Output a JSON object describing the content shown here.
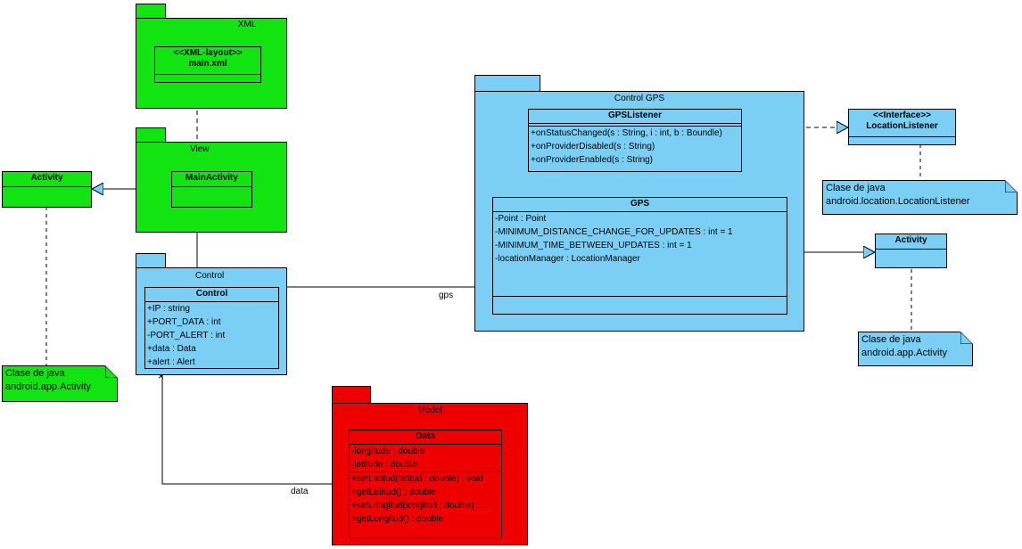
{
  "packages": {
    "xml": {
      "name": "XML"
    },
    "view": {
      "name": "View"
    },
    "control": {
      "name": "Control"
    },
    "control_gps": {
      "name": "Control GPS"
    },
    "model": {
      "name": "Model"
    }
  },
  "classes": {
    "xml_layout": {
      "stereotype": "<<XML-layout>>",
      "name": "main.xml"
    },
    "main_activity": {
      "name": "MainActivity"
    },
    "activity_left": {
      "name": "Activity"
    },
    "control": {
      "name": "Control",
      "attributes": [
        "+IP : string",
        "+PORT_DATA : int",
        "-PORT_ALERT : int",
        "+data : Data",
        "+alert : Alert"
      ]
    },
    "gps_listener": {
      "name": "GPSListener",
      "operations": [
        "+onStatusChanged(s : String, i : int, b : Boundle)",
        "+onProviderDisabled(s : String)",
        "+onProviderEnabled(s : String)"
      ]
    },
    "location_listener": {
      "stereotype": "<<Interface>>",
      "name": "LocationListener"
    },
    "gps": {
      "name": "GPS",
      "attributes": [
        "-Point : Point",
        "-MINIMUM_DISTANCE_CHANGE_FOR_UPDATES : int = 1",
        "-MINIMUM_TIME_BETWEEN_UPDATES : int = 1",
        "-locationManager : LocationManager"
      ]
    },
    "activity_right": {
      "name": "Activity"
    },
    "data": {
      "name": "Data",
      "attributes": [
        "-longitude : double",
        "-latitude : double"
      ],
      "operations": [
        "+setLatitud(latitud : double) : void",
        "+getLatitud() : double",
        "+setLongitud(longitud : double) : ...",
        "+getLongitud() : double"
      ]
    }
  },
  "notes": {
    "left": {
      "line1": "Clase de java",
      "line2": "android.app.Activity"
    },
    "top_right": {
      "line1": "Clase de java",
      "line2": "android.location.LocationListener"
    },
    "right": {
      "line1": "Clase de java",
      "line2": "android.app.Activity"
    }
  },
  "labels": {
    "gps": "gps",
    "data": "data"
  },
  "colors": {
    "view_layer": "#12e412",
    "control_layer": "#7ccff4",
    "model_layer": "#ee0000",
    "note_green": "#12e412",
    "note_blue": "#7ccff4"
  }
}
